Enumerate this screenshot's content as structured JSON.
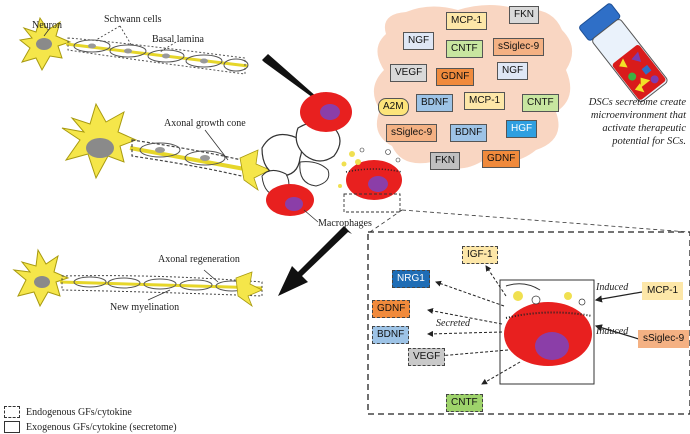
{
  "labels": {
    "neuron": "Neuron",
    "schwann_cells": "Schwann cells",
    "basal_lamina": "Basal lamina",
    "axonal_growth_cone": "Axonal growth cone",
    "macrophages": "Macrophages",
    "axonal_regeneration": "Axonal regeneration",
    "new_myelination": "New myelination",
    "secreted": "Secreted",
    "induced": "Induced"
  },
  "secretome_boxes": [
    {
      "label": "MCP-1",
      "color": "#fde7a8"
    },
    {
      "label": "FKN",
      "color": "#d9d9d9"
    },
    {
      "label": "NGF",
      "color": "#dfe7f5"
    },
    {
      "label": "CNTF",
      "color": "#c8e6a0"
    },
    {
      "label": "sSiglec-9",
      "color": "#f4b183"
    },
    {
      "label": "VEGF",
      "color": "#d9d9d9"
    },
    {
      "label": "GDNF",
      "color": "#f08a3c"
    },
    {
      "label": "NGF",
      "color": "#dfe7f5"
    },
    {
      "label": "A2M",
      "color": "#fde47a"
    },
    {
      "label": "BDNF",
      "color": "#9dc3e6"
    },
    {
      "label": "MCP-1",
      "color": "#fde7a8"
    },
    {
      "label": "CNTF",
      "color": "#c8e6a0"
    },
    {
      "label": "sSiglec-9",
      "color": "#f4b183"
    },
    {
      "label": "BDNF",
      "color": "#9dc3e6"
    },
    {
      "label": "HGF",
      "color": "#2f9fe0"
    },
    {
      "label": "FKN",
      "color": "#c0c0c0"
    },
    {
      "label": "GDNF",
      "color": "#f08a3c"
    }
  ],
  "dsc_note": "DSCs secretome create microenvironment that activate therapeutic potential for SCs.",
  "inset": {
    "endogenous": [
      {
        "label": "IGF-1",
        "color": "#fde7a8"
      },
      {
        "label": "NRG1",
        "color": "#1f6db5"
      },
      {
        "label": "GDNF",
        "color": "#f08a3c"
      },
      {
        "label": "BDNF",
        "color": "#9dc3e6"
      },
      {
        "label": "VEGF",
        "color": "#c9c9c9"
      },
      {
        "label": "CNTF",
        "color": "#9ed36b"
      }
    ],
    "inducers": [
      {
        "label": "MCP-1",
        "color": "#fde7a8"
      },
      {
        "label": "sSiglec-9",
        "color": "#f4b183"
      }
    ]
  },
  "legend": {
    "endogenous": "Endogenous GFs/cytokine",
    "exogenous": "Exogenous GFs/cytokine (secretome)"
  }
}
